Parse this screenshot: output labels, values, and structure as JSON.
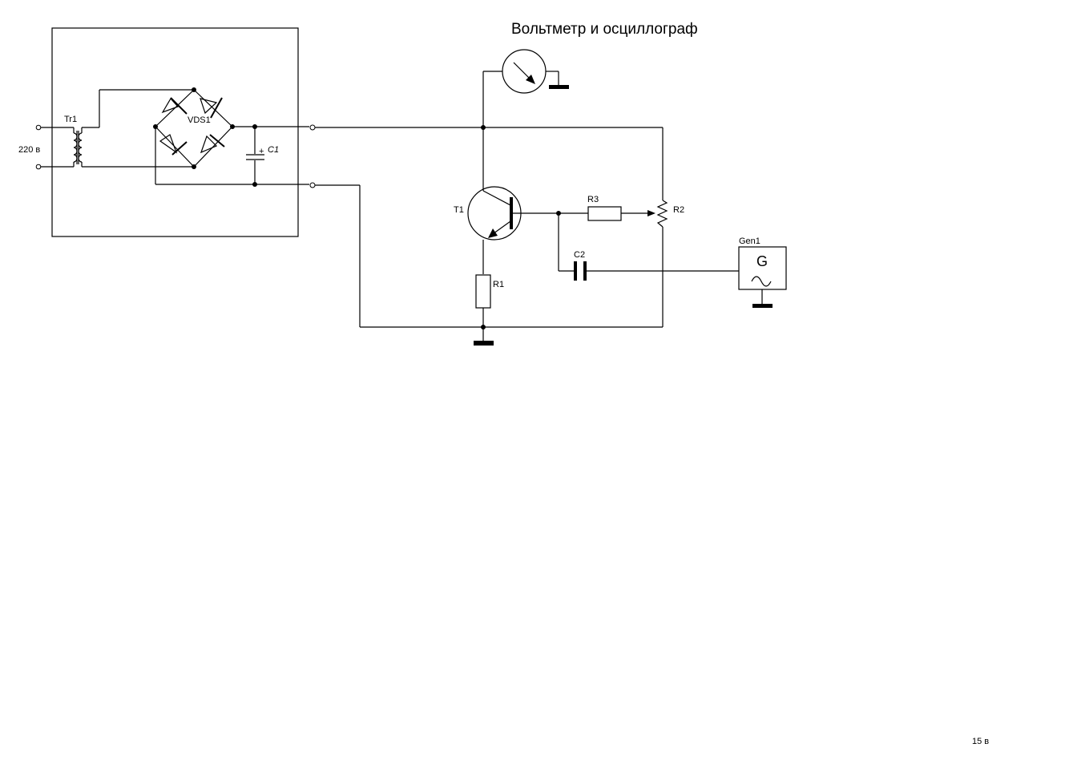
{
  "title": "Вольтметр и осциллограф",
  "labels": {
    "transformer": "Tr1",
    "input_voltage": "220 в",
    "bridge": "VDS1",
    "capacitor_c1": "C1",
    "capacitor_c1_polarity": "+",
    "transistor": "T1",
    "resistor_r1": "R1",
    "resistor_r2": "R2",
    "resistor_r3": "R3",
    "capacitor_c2": "C2",
    "generator": "Gen1",
    "generator_symbol": "G",
    "output_voltage": "15 в"
  }
}
